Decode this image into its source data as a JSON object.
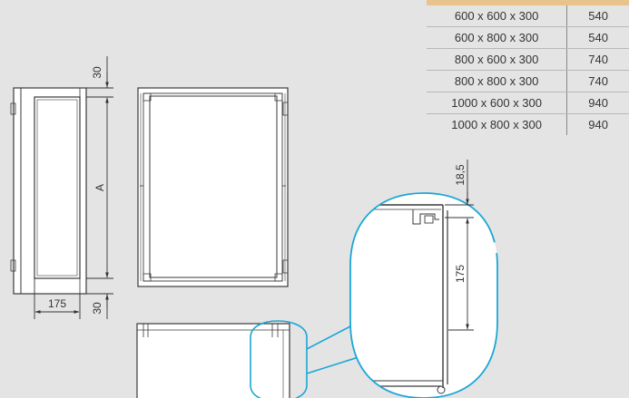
{
  "table": {
    "rows": [
      {
        "size": "600 x 600 x 300",
        "value": "540"
      },
      {
        "size": "600 x 800 x 300",
        "value": "540"
      },
      {
        "size": "800 x 600 x 300",
        "value": "740"
      },
      {
        "size": "800 x 800 x 300",
        "value": "740"
      },
      {
        "size": "1000 x 600 x 300",
        "value": "940"
      },
      {
        "size": "1000 x 800 x 300",
        "value": "940"
      }
    ]
  },
  "dimensions": {
    "top_offset": "30",
    "height": "A",
    "bottom_offset": "30",
    "depth": "175",
    "detail_top": "18,5",
    "detail_depth": "175"
  },
  "colors": {
    "table_header": "#e9c38c",
    "detail_outline": "#1aa7d6",
    "line": "#3a3a3a"
  }
}
